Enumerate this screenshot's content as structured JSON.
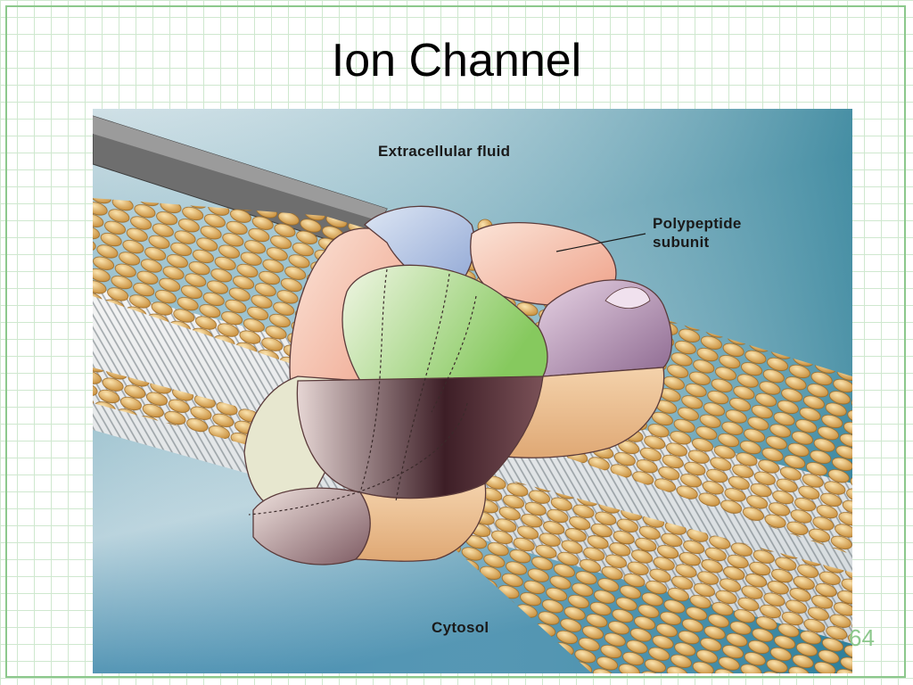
{
  "slide": {
    "title": "Ion Channel",
    "page_number": "64"
  },
  "figure": {
    "labels": {
      "extracellular": "Extracellular fluid",
      "polypeptide": "Polypeptide\nsubunit",
      "cytosol": "Cytosol"
    },
    "colors": {
      "background_top": "#3d8fa0",
      "background_bottom": "#2f7fa6",
      "phospholipid_head": "#e9b865",
      "subunit_pink": "#f0b39c",
      "subunit_blue": "#a9b9dd",
      "subunit_green": "#9ed183",
      "subunit_purple": "#a883a9",
      "subunit_tan": "#e7bd8f",
      "pore_dark": "#3d1e26"
    }
  }
}
